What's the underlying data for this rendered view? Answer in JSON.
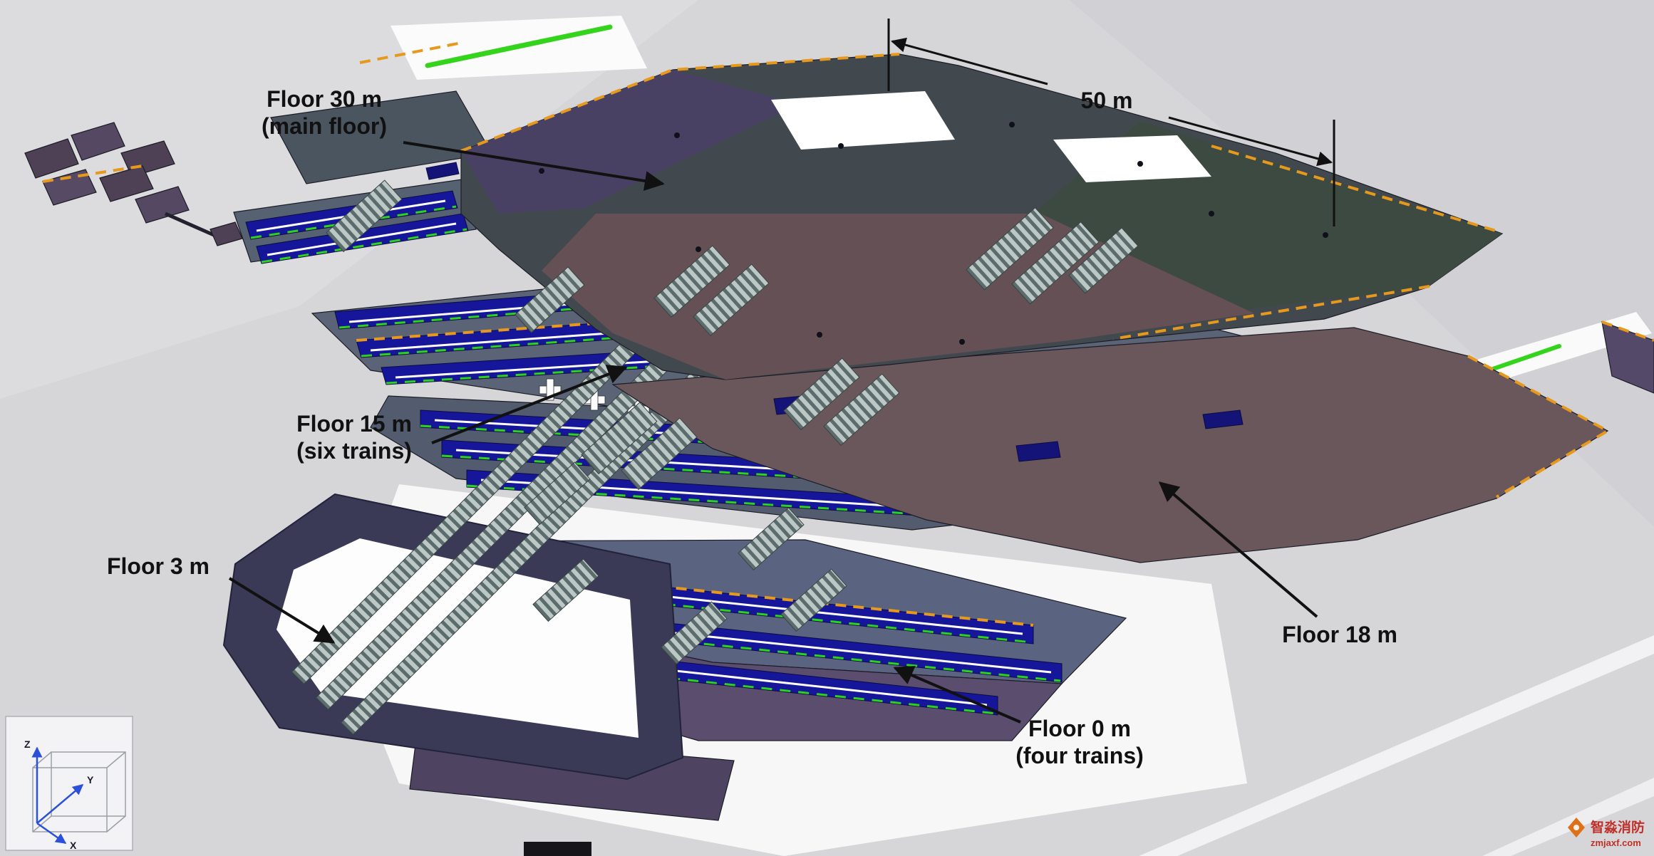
{
  "annotations": {
    "floor_30": {
      "line1": "Floor 30 m",
      "line2": "(main floor)"
    },
    "floor_15": {
      "line1": "Floor 15 m",
      "line2": "(six trains)"
    },
    "floor_3": {
      "label": "Floor 3 m"
    },
    "floor_18": {
      "label": "Floor 18 m"
    },
    "floor_0": {
      "line1": "Floor 0 m",
      "line2": "(four trains)"
    },
    "dimension": {
      "label": "50 m"
    }
  },
  "axis_gizmo": {
    "x_label": "X",
    "y_label": "Y",
    "z_label": "Z"
  },
  "watermark": {
    "brand_name": "智淼消防",
    "website": "zmjaxf.com"
  },
  "colors": {
    "ground": "#d6d6d9",
    "accent_green": "#35d41c",
    "platform_blue": "#16169a",
    "floor30_teal": "#41494e",
    "floor30_purple": "#494163",
    "floor30_right_green": "#3c4a42",
    "floor18_brown": "#6a575b",
    "floor15_slate": "#5a6476",
    "floor15_slate_dark": "#525c6e",
    "floor3_navy": "#3a3a57",
    "floor0_slate": "#5a6380",
    "floor0_purple": "#5b4d6e",
    "marking_orange": "#e6991c",
    "annotation_black": "#111111",
    "axis_blue": "#2b50d9",
    "watermark_red": "#c03028"
  }
}
